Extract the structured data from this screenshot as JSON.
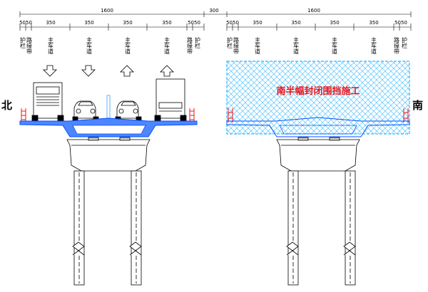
{
  "dimensions": {
    "top_left_total": "1600",
    "top_middle_gap": "300",
    "top_right_total": "1600",
    "left_segments": [
      "5050",
      "350",
      "350",
      "350",
      "350",
      "5050"
    ],
    "right_segments": [
      "5050",
      "350",
      "350",
      "350",
      "350",
      "5050"
    ]
  },
  "lane_labels": {
    "left": [
      "护栏",
      "路缘带",
      "主车道",
      "主车道",
      "主车道",
      "主车道",
      "路缘带",
      "护栏"
    ],
    "right": [
      "护栏",
      "路缘带",
      "主车道",
      "主车道",
      "主车道",
      "主车道",
      "路缘带",
      "护栏"
    ]
  },
  "direction_arrows": [
    "down",
    "down",
    "up",
    "up"
  ],
  "side_labels": {
    "north": "北",
    "south": "南"
  },
  "closure_text": "南半幅封闭围挡施工",
  "colors": {
    "deck_fill": "#4f86ff",
    "deck_stroke": "#0050ff",
    "closure_hatch": "#33b8ff",
    "closure_text": "#e8141c",
    "railing": "#e8141c"
  }
}
